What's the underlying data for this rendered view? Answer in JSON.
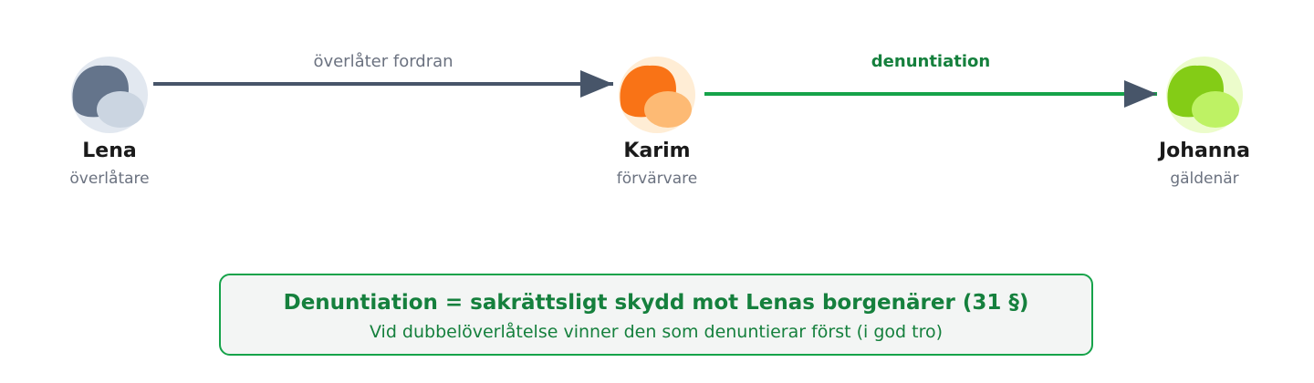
{
  "nodes": [
    {
      "id": "lena",
      "name": "Lena",
      "role": "överlåtare",
      "bg": "#e2e8f0",
      "main": "#64748b",
      "accent": "#cbd5e1"
    },
    {
      "id": "karim",
      "name": "Karim",
      "role": "förvärvare",
      "bg": "#ffedd5",
      "main": "#f97316",
      "accent": "#fdba74"
    },
    {
      "id": "johanna",
      "name": "Johanna",
      "role": "gäldenär",
      "bg": "#ecfccb",
      "main": "#84cc16",
      "accent": "#bef264"
    }
  ],
  "edges": [
    {
      "from": "lena",
      "to": "karim",
      "label": "överlåter fordran",
      "line_color": "#475569",
      "arrow_color": "#475569"
    },
    {
      "from": "karim",
      "to": "johanna",
      "label": "denuntiation",
      "line_color": "#16a34a",
      "arrow_color": "#475569"
    }
  ],
  "note": {
    "title": "Denuntiation = sakrättsligt skydd mot Lenas borgenärer (31 §)",
    "subtitle": "Vid dubbelöverlåtelse vinner den som denuntierar först (i god tro)",
    "border_color": "#16a34a",
    "text_color": "#15803d"
  }
}
